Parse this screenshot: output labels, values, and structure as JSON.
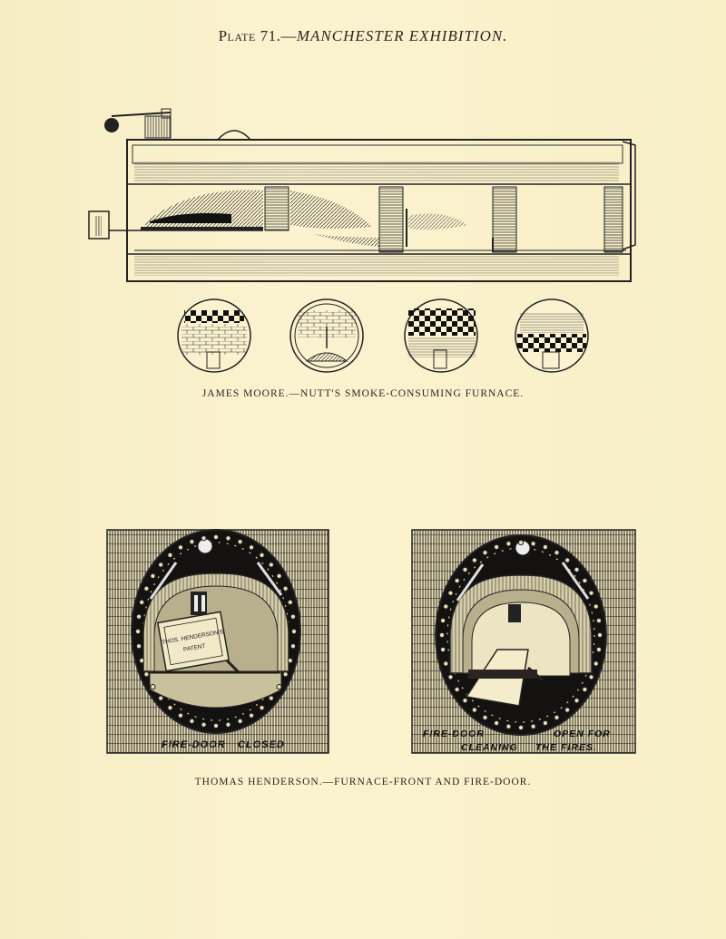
{
  "plate": {
    "label": "Plate 71.",
    "dash": "—",
    "title": "MANCHESTER EXHIBITION."
  },
  "figure1": {
    "caption": "JAMES MOORE.—NUTT'S SMOKE-CONSUMING FURNACE."
  },
  "figure2": {
    "caption": "THOMAS HENDERSON.—FURNACE-FRONT AND FIRE-DOOR.",
    "left_labels": [
      "FIRE-DOOR",
      "CLOSED"
    ],
    "left_plate_text": [
      "THOS. HENDERSON'S",
      "PATENT"
    ],
    "right_labels": [
      "FIRE-DOOR",
      "OPEN FOR",
      "CLEANING",
      "THE FIRES."
    ]
  },
  "colors": {
    "paper": "#f8f0c8",
    "ink": "#2a2520"
  }
}
